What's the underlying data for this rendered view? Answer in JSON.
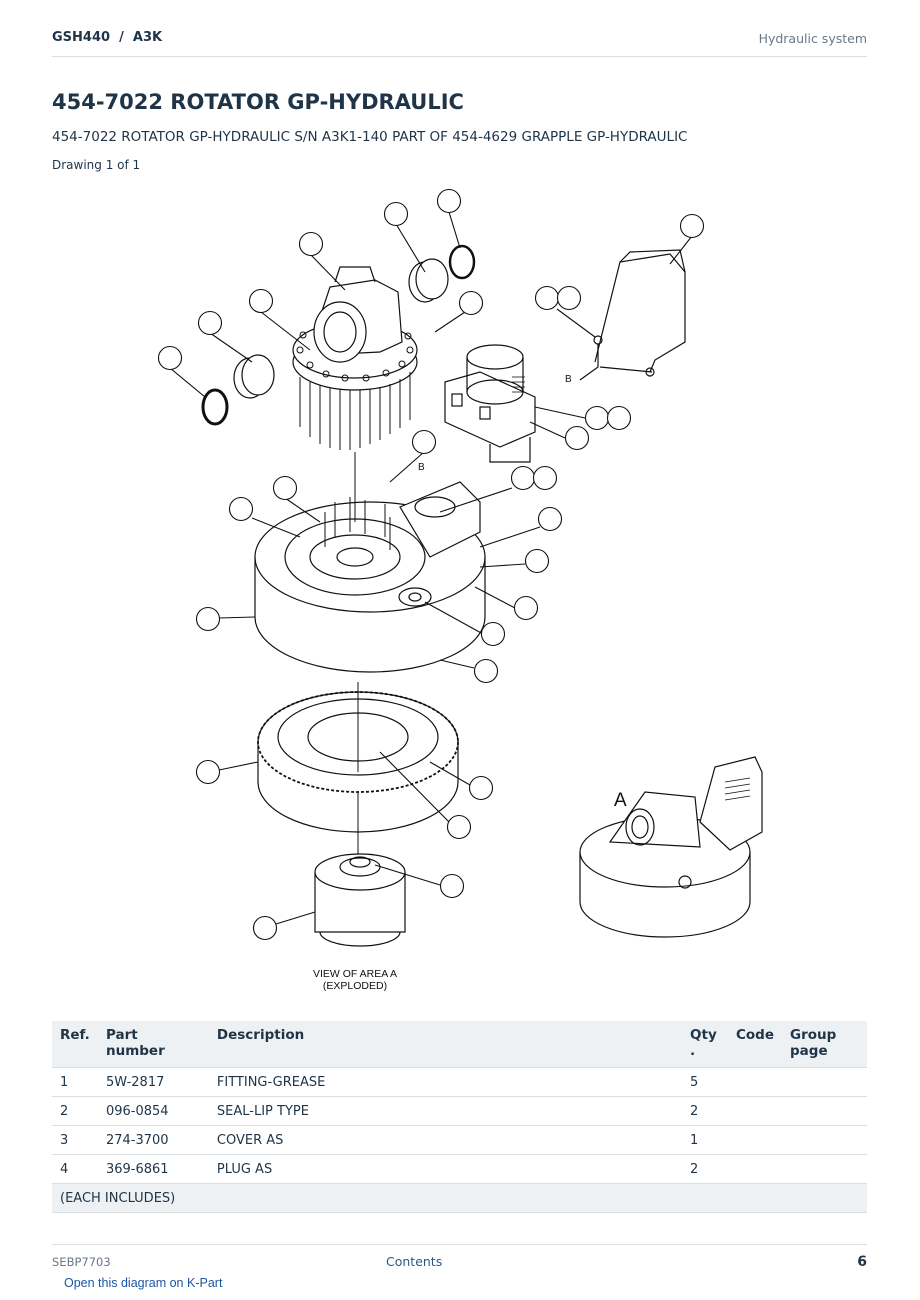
{
  "header": {
    "model": "GSH440  /  A3K",
    "section": "Hydraulic system"
  },
  "title": "454-7022 ROTATOR GP-HYDRAULIC",
  "subtitle": "454-7022 ROTATOR GP-HYDRAULIC S/N A3K1-140 PART OF 454-4629 GRAPPLE GP-HYDRAULIC",
  "drawing_count": "Drawing 1 of 1",
  "drawing": {
    "caption_line1": "VIEW OF AREA A",
    "caption_line2": "(EXPLODED)",
    "label_a": "A",
    "label_b": "B"
  },
  "table": {
    "headers": {
      "ref": "Ref.",
      "part_number": "Part number",
      "description": "Description",
      "qty": "Qty\n.",
      "code": "Code",
      "group_page": "Group page"
    },
    "rows": [
      {
        "ref": "1",
        "part_number": "5W-2817",
        "description": "FITTING-GREASE",
        "qty": "5",
        "code": "",
        "group_page": ""
      },
      {
        "ref": "2",
        "part_number": "096-0854",
        "description": "SEAL-LIP TYPE",
        "qty": "2",
        "code": "",
        "group_page": ""
      },
      {
        "ref": "3",
        "part_number": "274-3700",
        "description": "COVER AS",
        "qty": "1",
        "code": "",
        "group_page": ""
      },
      {
        "ref": "4",
        "part_number": "369-6861",
        "description": "PLUG AS",
        "qty": "2",
        "code": "",
        "group_page": ""
      }
    ],
    "note": "(EACH INCLUDES)"
  },
  "footer": {
    "doc_id": "SEBP7703",
    "contents_link": "Contents",
    "page_number": "6"
  },
  "kpart_link": "Open this diagram on K-Part"
}
